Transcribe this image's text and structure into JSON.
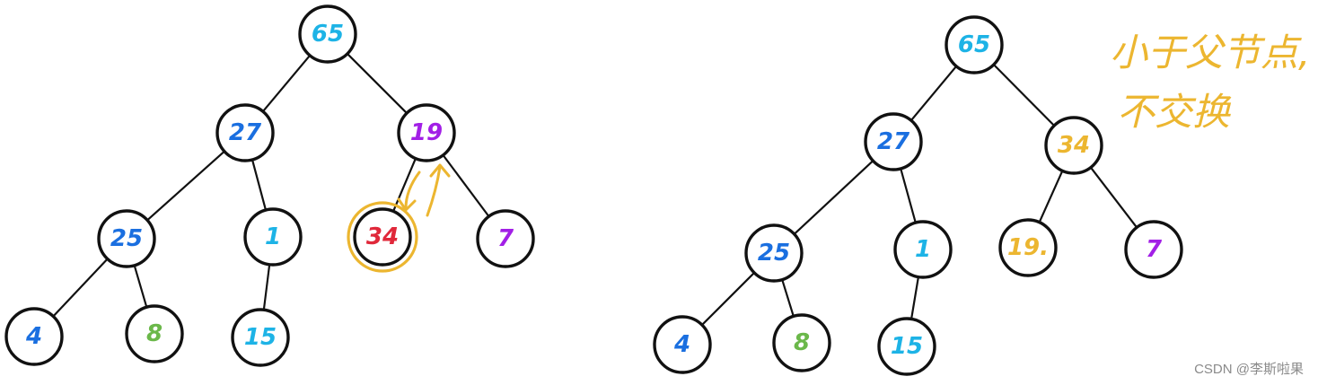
{
  "colors": {
    "cyan": "#1db3e6",
    "blue": "#1a6fe0",
    "purple": "#a21fe6",
    "green": "#6bb84a",
    "red": "#e0283a",
    "orange": "#ecb630",
    "black": "#111111"
  },
  "left_tree": {
    "nodes": [
      {
        "id": "n65",
        "label": "65",
        "color": "cyan"
      },
      {
        "id": "n27",
        "label": "27",
        "color": "blue"
      },
      {
        "id": "n19",
        "label": "19",
        "color": "purple"
      },
      {
        "id": "n25",
        "label": "25",
        "color": "blue"
      },
      {
        "id": "n1",
        "label": "1",
        "color": "cyan"
      },
      {
        "id": "n34",
        "label": "34",
        "color": "red",
        "highlight": true
      },
      {
        "id": "n7",
        "label": "7",
        "color": "purple"
      },
      {
        "id": "n4",
        "label": "4",
        "color": "blue"
      },
      {
        "id": "n8",
        "label": "8",
        "color": "green"
      },
      {
        "id": "n15",
        "label": "15",
        "color": "cyan"
      }
    ],
    "edges": [
      [
        "n65",
        "n27"
      ],
      [
        "n65",
        "n19"
      ],
      [
        "n27",
        "n25"
      ],
      [
        "n27",
        "n1"
      ],
      [
        "n19",
        "n34"
      ],
      [
        "n19",
        "n7"
      ],
      [
        "n25",
        "n4"
      ],
      [
        "n25",
        "n8"
      ],
      [
        "n1",
        "n15"
      ]
    ],
    "swap_arrows": [
      "n34",
      "n19"
    ]
  },
  "right_tree": {
    "nodes": [
      {
        "id": "m65",
        "label": "65",
        "color": "cyan"
      },
      {
        "id": "m27",
        "label": "27",
        "color": "blue"
      },
      {
        "id": "m34",
        "label": "34",
        "color": "orange"
      },
      {
        "id": "m25",
        "label": "25",
        "color": "blue"
      },
      {
        "id": "m1",
        "label": "1",
        "color": "cyan"
      },
      {
        "id": "m19",
        "label": "19.",
        "color": "orange"
      },
      {
        "id": "m7",
        "label": "7",
        "color": "purple"
      },
      {
        "id": "m4",
        "label": "4",
        "color": "blue"
      },
      {
        "id": "m8",
        "label": "8",
        "color": "green"
      },
      {
        "id": "m15",
        "label": "15",
        "color": "cyan"
      }
    ],
    "edges": [
      [
        "m65",
        "m27"
      ],
      [
        "m65",
        "m34"
      ],
      [
        "m27",
        "m25"
      ],
      [
        "m27",
        "m1"
      ],
      [
        "m34",
        "m19"
      ],
      [
        "m34",
        "m7"
      ],
      [
        "m25",
        "m4"
      ],
      [
        "m25",
        "m8"
      ],
      [
        "m1",
        "m15"
      ]
    ]
  },
  "annotation": {
    "line1": "小于父节点,",
    "line2": "不交换",
    "color": "orange"
  },
  "watermark": "CSDN @李斯啦果"
}
